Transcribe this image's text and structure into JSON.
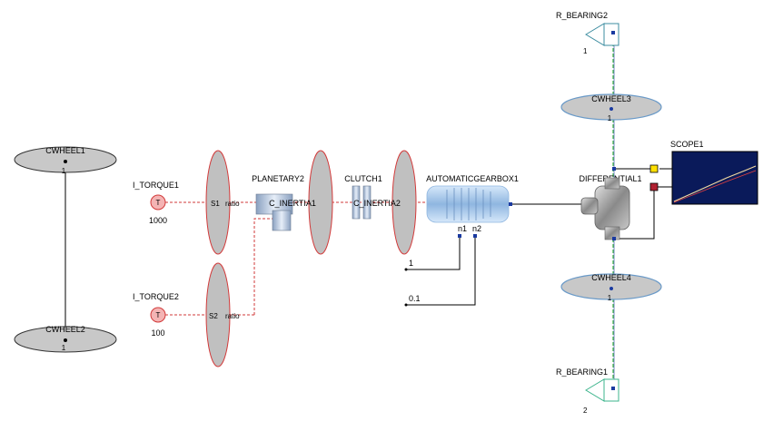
{
  "components": {
    "cwheel1": "CWHEEL1",
    "cwheel1_port": "1",
    "cwheel2": "CWHEEL2",
    "cwheel2_port": "1",
    "cwheel3": "CWHEEL3",
    "cwheel3_port": "1",
    "cwheel4": "CWHEEL4",
    "cwheel4_port": "1",
    "torque1": "I_TORQUE1",
    "torque1_value": "1000",
    "torque1_symbol": "T",
    "torque2": "I_TORQUE2",
    "torque2_value": "100",
    "torque2_symbol": "T",
    "planetary": "PLANETARY2",
    "c_inertia1": "C_INERTIA1",
    "clutch": "CLUTCH1",
    "c_inertia2": "C_INERTIA2",
    "gearbox": "AUTOMATICGEARBOX1",
    "differential": "DIFFERENTIAL1",
    "scope": "SCOPE1",
    "bearing2": "R_BEARING2",
    "bearing2_port": "1",
    "bearing1": "R_BEARING1",
    "bearing1_port": "2",
    "gear_n1": "n1",
    "gear_n2": "n2",
    "const1": "1",
    "const2": "0.1",
    "s1_label": "S1",
    "s2_label": "S2",
    "ratio1_label": "ratio",
    "ratio2_label": "ratio"
  },
  "colors": {
    "wheel_fill": "#c8c8c8",
    "wheel_blue": "#9ec0e0",
    "disc_red": "#d23a3a",
    "disc_fill": "#c0c0c0",
    "torque_fill": "#f4b4b4",
    "wire": "#000000",
    "mech_wire": "#d23a3a",
    "green_wire": "#3cb43c",
    "port_blue": "#1a3aa0",
    "scope_bg": "#0a1a5a",
    "scope_trace": "#f0d8a0",
    "gear_blue": "#a8c8ec",
    "bearing_color": "#3cb48c"
  },
  "icons": {
    "torque": "torque-source-icon",
    "disc": "inertia-disc-icon",
    "wheel": "wheel-icon",
    "gearbox": "gearbox-icon",
    "differential": "differential-icon",
    "scope": "scope-icon",
    "bearing": "bearing-icon"
  }
}
